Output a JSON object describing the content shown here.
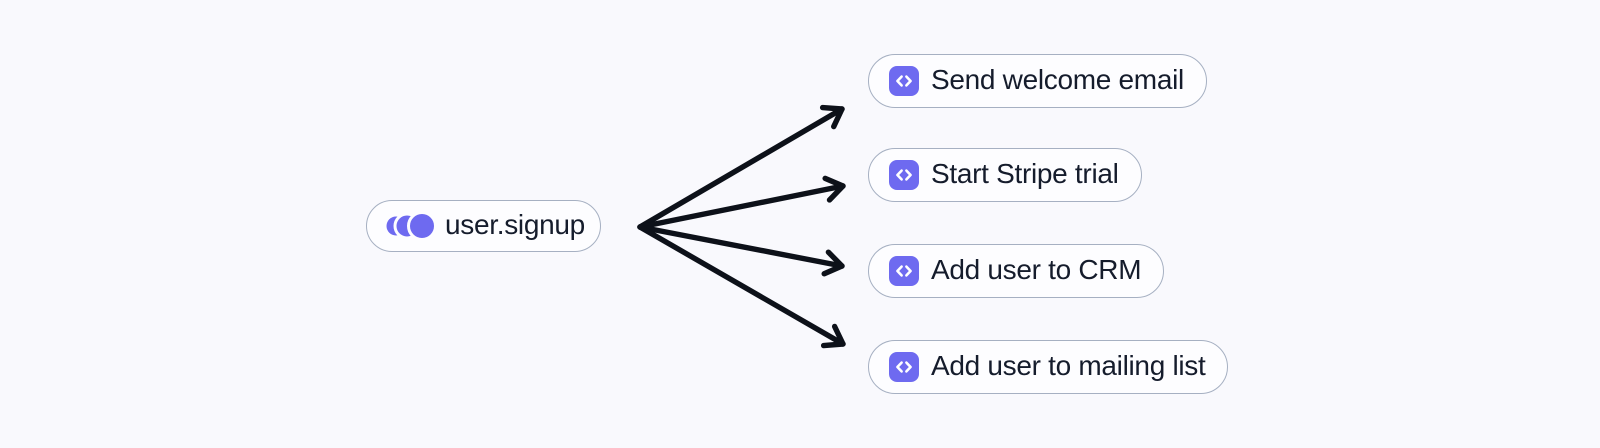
{
  "canvas": {
    "background": "#f9f9fd"
  },
  "palette": {
    "accent_purple": "#6e6af0",
    "node_border": "#a6b0c2",
    "node_background": "#fdfdff",
    "text": "#151c2c",
    "arrow": "#0d1119",
    "icon_glyph": "#ffffff"
  },
  "diagram": {
    "event_node": {
      "label": "user.signup",
      "icon": "event-pulse-icon"
    },
    "handler_nodes": [
      {
        "label": "Send welcome email",
        "icon": "code-icon"
      },
      {
        "label": "Start Stripe trial",
        "icon": "code-icon"
      },
      {
        "label": "Add user to CRM",
        "icon": "code-icon"
      },
      {
        "label": "Add user to mailing list",
        "icon": "code-icon"
      }
    ],
    "edges": [
      {
        "from": "user.signup",
        "to": "Send welcome email"
      },
      {
        "from": "user.signup",
        "to": "Start Stripe trial"
      },
      {
        "from": "user.signup",
        "to": "Add user to CRM"
      },
      {
        "from": "user.signup",
        "to": "Add user to mailing list"
      }
    ]
  }
}
